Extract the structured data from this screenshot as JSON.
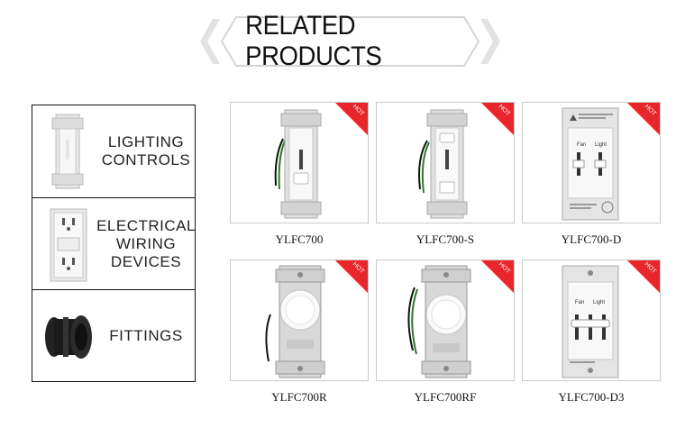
{
  "banner": {
    "title": "RELATED PRODUCTS"
  },
  "categories": [
    {
      "label": "LIGHTING\nCONTROLS"
    },
    {
      "label": "ELECTRICAL\nWIRING\nDEVICES"
    },
    {
      "label": "FITTINGS"
    }
  ],
  "products": [
    {
      "name": "YLFC700",
      "badge": "HOT"
    },
    {
      "name": "YLFC700-S",
      "badge": "HOT"
    },
    {
      "name": "YLFC700-D",
      "badge": "HOT",
      "labels": [
        "Fan",
        "Light"
      ]
    },
    {
      "name": "YLFC700R",
      "badge": "HOT"
    },
    {
      "name": "YLFC700RF",
      "badge": "HOT"
    },
    {
      "name": "YLFC700-D3",
      "badge": "HOT",
      "labels": [
        "Fan",
        "Light"
      ]
    }
  ],
  "colors": {
    "hot": "#e8252a",
    "border": "#c9c9c9"
  }
}
